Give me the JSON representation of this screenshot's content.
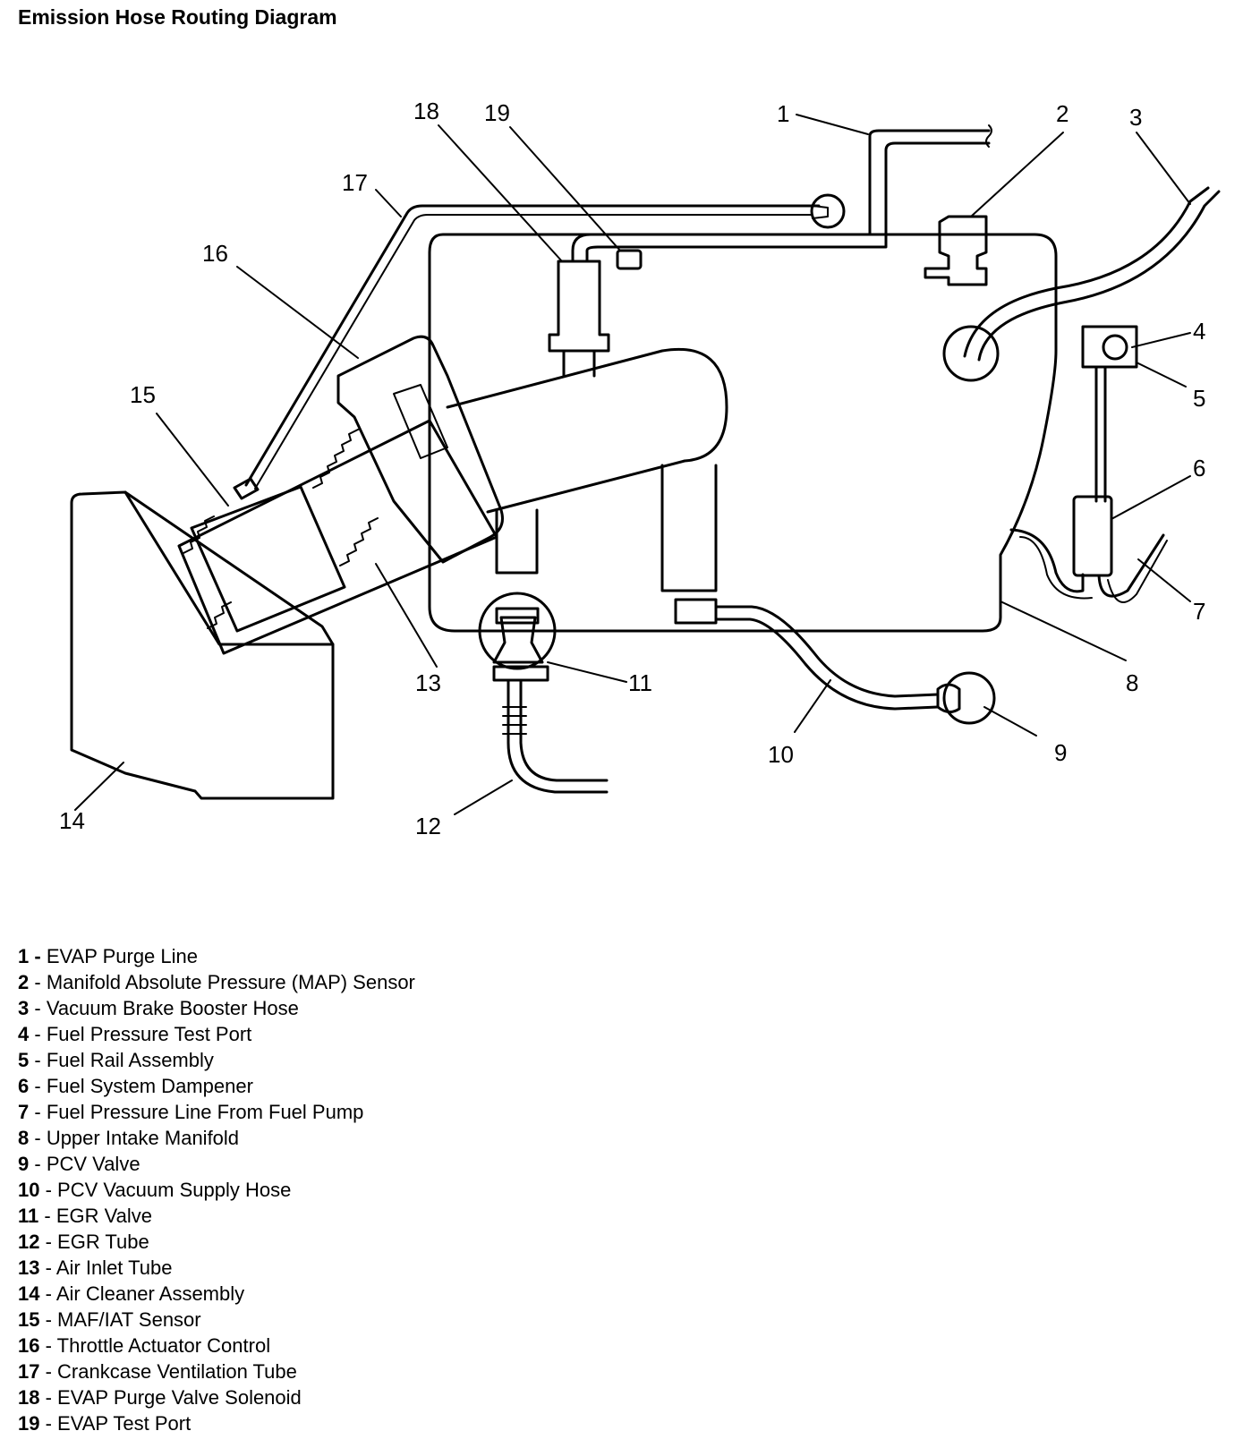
{
  "title": "Emission Hose Routing Diagram",
  "callouts": {
    "c1": "1",
    "c2": "2",
    "c3": "3",
    "c4": "4",
    "c5": "5",
    "c6": "6",
    "c7": "7",
    "c8": "8",
    "c9": "9",
    "c10": "10",
    "c11": "11",
    "c12": "12",
    "c13": "13",
    "c14": "14",
    "c15": "15",
    "c16": "16",
    "c17": "17",
    "c18": "18",
    "c19": "19"
  },
  "legend": [
    {
      "number": "1",
      "label": "EVAP Purge Line"
    },
    {
      "number": "2",
      "label": "Manifold Absolute Pressure (MAP) Sensor"
    },
    {
      "number": "3",
      "label": "Vacuum Brake Booster Hose"
    },
    {
      "number": "4",
      "label": "Fuel Pressure Test Port"
    },
    {
      "number": "5",
      "label": "Fuel Rail Assembly"
    },
    {
      "number": "6",
      "label": "Fuel System Dampener"
    },
    {
      "number": "7",
      "label": "Fuel Pressure Line From Fuel Pump"
    },
    {
      "number": "8",
      "label": "Upper Intake Manifold"
    },
    {
      "number": "9",
      "label": "PCV Valve"
    },
    {
      "number": "10",
      "label": "PCV Vacuum Supply Hose"
    },
    {
      "number": "11",
      "label": "EGR Valve"
    },
    {
      "number": "12",
      "label": "EGR Tube"
    },
    {
      "number": "13",
      "label": "Air Inlet Tube"
    },
    {
      "number": "14",
      "label": "Air Cleaner Assembly"
    },
    {
      "number": "15",
      "label": "MAF/IAT Sensor"
    },
    {
      "number": "16",
      "label": "Throttle Actuator Control"
    },
    {
      "number": "17",
      "label": "Crankcase Ventilation Tube"
    },
    {
      "number": "18",
      "label": "EVAP Purge Valve Solenoid"
    },
    {
      "number": "19",
      "label": "EVAP Test Port"
    }
  ]
}
